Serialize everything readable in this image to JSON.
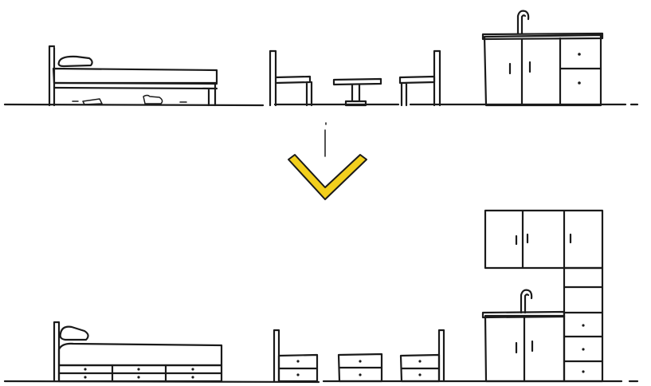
{
  "colors": {
    "before_fill": "#d7e0e2",
    "after_fill": "#e3c758",
    "arrow": "#f2cf1d",
    "ink": "#1a1a1a",
    "background": "#ffffff"
  },
  "scenes": {
    "before": {
      "items": [
        "bed-frame",
        "chair",
        "table",
        "chair",
        "kitchen-sink-cabinet"
      ]
    },
    "after": {
      "items": [
        "storage-bed",
        "nightstand-chair",
        "nightstand",
        "nightstand-chair",
        "kitchen-sink-cabinet",
        "wall-cabinets",
        "tall-drawer-tower"
      ]
    }
  },
  "arrow": {
    "direction": "down"
  }
}
